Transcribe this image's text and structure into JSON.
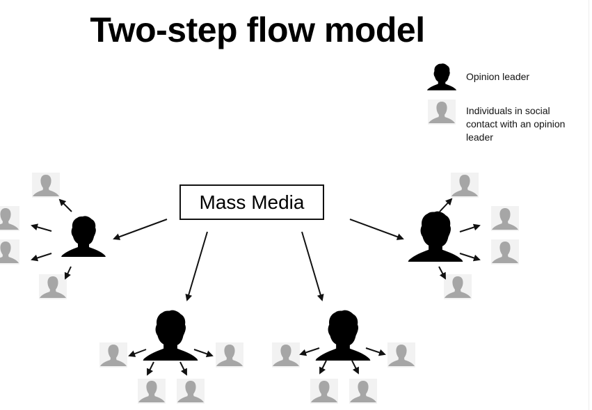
{
  "title": "Two-step flow model",
  "legend": {
    "items": [
      {
        "icon": "opinion-leader-silhouette-icon",
        "label": "Opinion leader"
      },
      {
        "icon": "individual-silhouette-icon",
        "label_lines": [
          "Individuals in social",
          "contact with an opinion",
          "leader"
        ]
      }
    ]
  },
  "source": {
    "label": "Mass Media"
  },
  "colors": {
    "leader": "#000000",
    "individual": "#a6a6a6",
    "individual_bg": "#f2f2f2",
    "arrow": "#111111",
    "text": "#000000"
  },
  "nodes": {
    "opinion_leaders": [
      {
        "id": "leader-left",
        "individuals": 4
      },
      {
        "id": "leader-right",
        "individuals": 4
      },
      {
        "id": "leader-bottom-left",
        "individuals": 4
      },
      {
        "id": "leader-bottom-right",
        "individuals": 4
      }
    ]
  }
}
